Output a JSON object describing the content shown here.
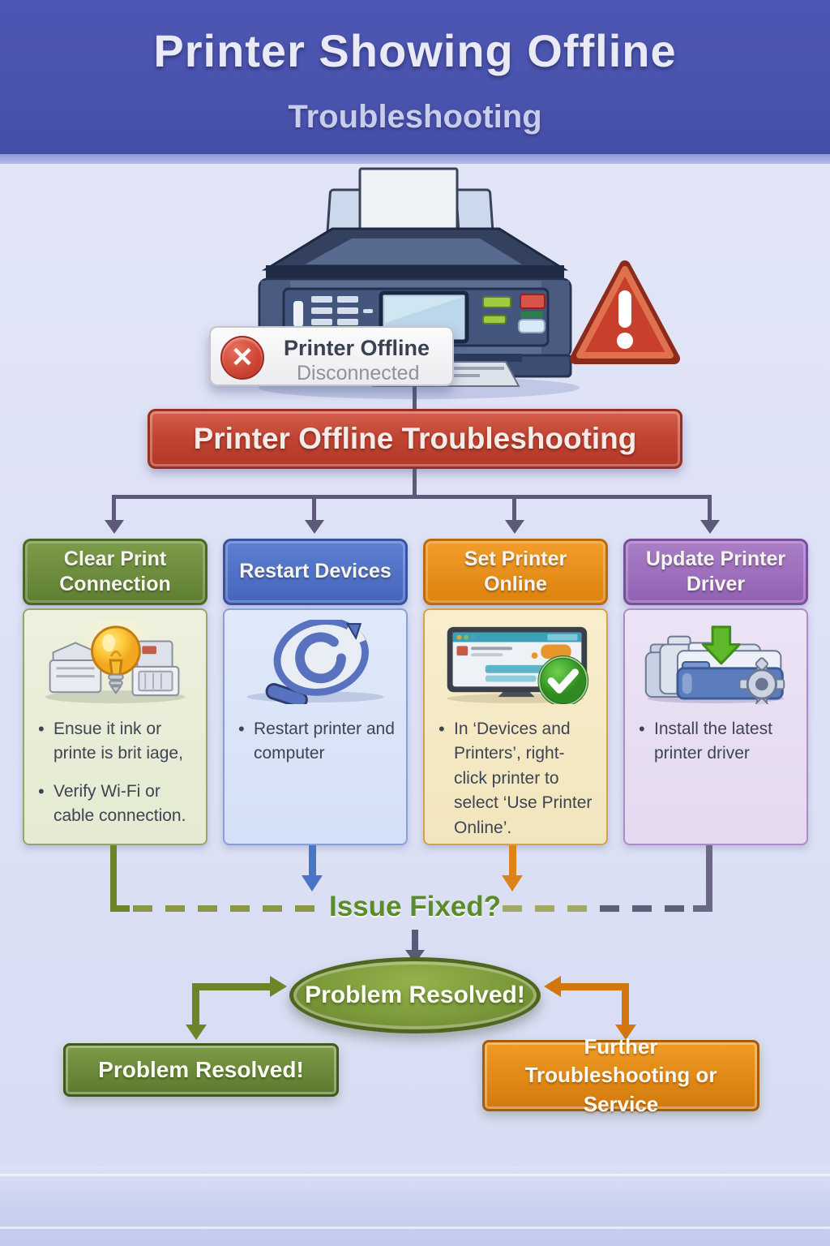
{
  "header": {
    "title": "Printer Showing Offline",
    "subtitle": "Troubleshooting"
  },
  "printer_status": {
    "title": "Printer Offline",
    "state": "Disconnected"
  },
  "banner": {
    "label": "Printer Offline Troubleshooting"
  },
  "columns": [
    {
      "title": "Clear Print Connection",
      "icon": "printer-lightbulb-icon",
      "bullets": [
        "Ensue it ink or printe is brit iage,",
        "Verify Wi-Fi or cable connection."
      ]
    },
    {
      "title": "Restart Devices",
      "icon": "magnifier-refresh-icon",
      "bullets": [
        "Restart printer and computer"
      ]
    },
    {
      "title": "Set Printer Online",
      "icon": "monitor-check-icon",
      "bullets": [
        "In ‘Devices and Printers’, right-click printer to select ‘Use Printer Online’."
      ]
    },
    {
      "title": "Update Printer Driver",
      "icon": "folders-update-gear-icon",
      "bullets": [
        "Install the latest printer driver"
      ]
    }
  ],
  "decision": {
    "label": "Issue Fixed?"
  },
  "outcomes": {
    "center": "Problem Resolved!",
    "resolved": "Problem Resolved!",
    "unresolved": "Further Troubleshooting or Service"
  },
  "colors": {
    "header_bg": "#4a53ad",
    "banner_red": "#c24534",
    "col_green": "#6a8a38",
    "col_blue": "#4a6cc0",
    "col_orange": "#e58a12",
    "col_purple": "#9a6cb8",
    "arrow_slate": "#5c5a78",
    "issue_green": "#5a8c2c",
    "resolved_green": "#6d8c30",
    "service_orange": "#d4760f",
    "error_red": "#cd4433"
  }
}
